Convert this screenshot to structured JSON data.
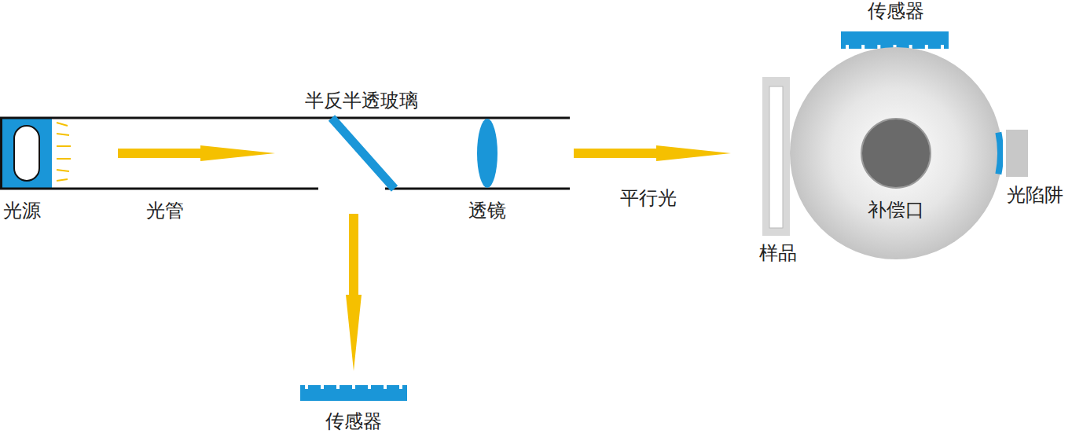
{
  "diagram": {
    "nodes": [
      {
        "text": [
          "补偿口"
        ]
      }
    ],
    "labels": [
      "传感器",
      "半反半透玻璃",
      "光源",
      "光管",
      "透镜",
      "平行光",
      "样品",
      "光陷阱",
      "传感器"
    ]
  }
}
